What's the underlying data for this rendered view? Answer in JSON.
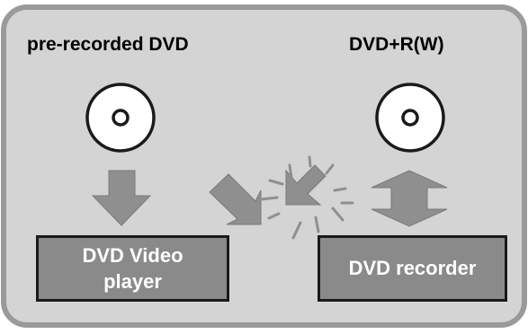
{
  "labels": {
    "prerecorded": "pre-recorded DVD",
    "writable": "DVD+R(W)"
  },
  "devices": {
    "player_line1": "DVD Video",
    "player_line2": "player",
    "recorder": "DVD recorder"
  },
  "colors": {
    "panel_fill": "#d4d4d4",
    "panel_border": "#9a9a9a",
    "arrow": "#8f8f8f",
    "box_fill": "#8a8a8a",
    "box_border": "#1a1a1a",
    "box_text": "#ffffff",
    "disc_fill": "#ffffff"
  }
}
